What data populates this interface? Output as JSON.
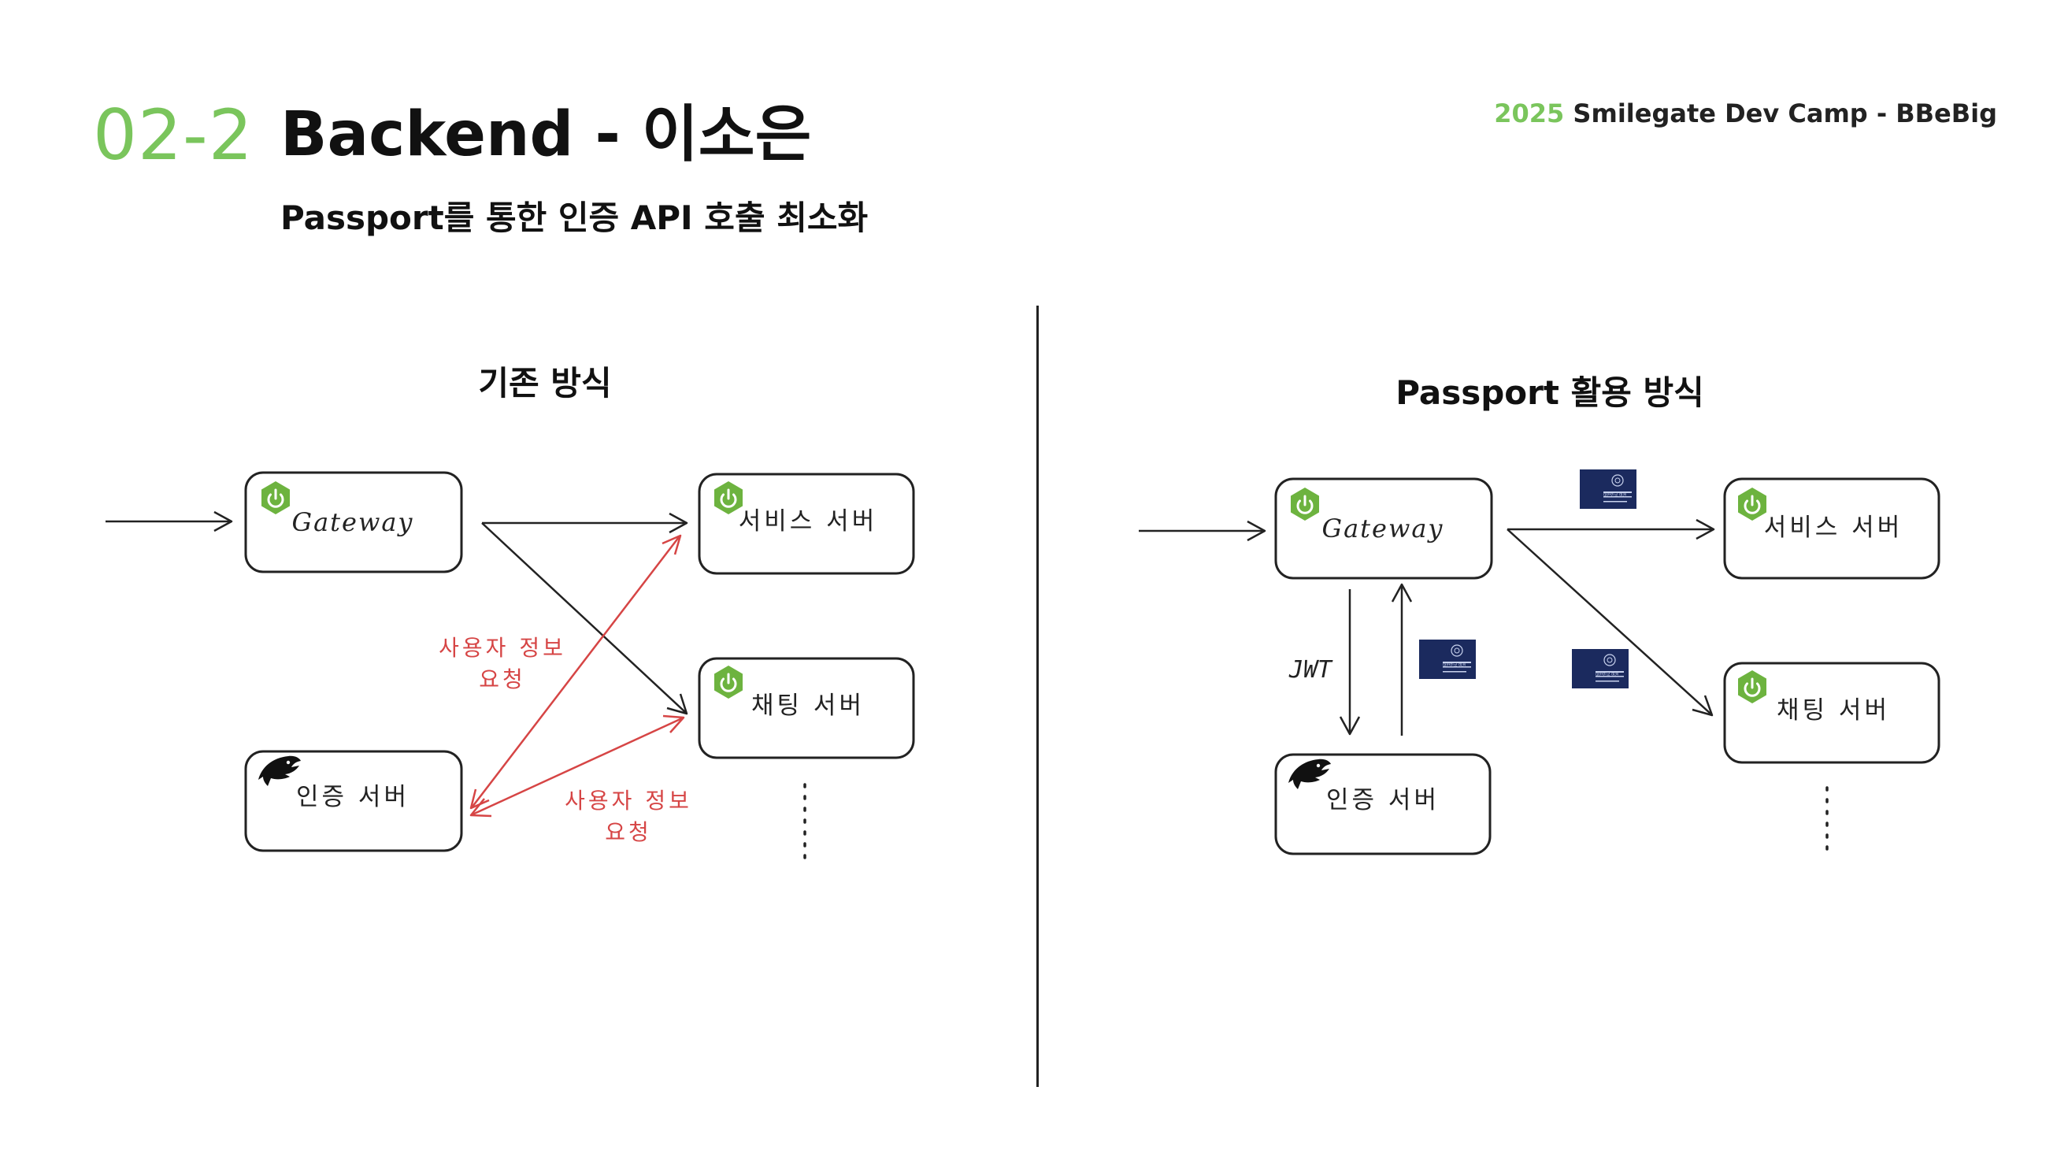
{
  "header": {
    "section_number": "02-2",
    "title": "Backend - 이소은",
    "subtitle": "Passport를 통한 인증 API 호출 최소화",
    "brand_year": "2025",
    "brand_name": " Smilegate Dev Camp - BBeBig"
  },
  "left_panel": {
    "title": "기존 방식",
    "gateway": "Gateway",
    "service_server": "서비스 서버",
    "chat_server": "채팅 서버",
    "auth_server": "인증 서버",
    "request_label_1_line1": "사용자 정보",
    "request_label_1_line2": "요청",
    "request_label_2_line1": "사용자 정보",
    "request_label_2_line2": "요청"
  },
  "right_panel": {
    "title": "Passport 활용 방식",
    "gateway": "Gateway",
    "service_server": "서비스 서버",
    "chat_server": "채팅 서버",
    "auth_server": "인증 서버",
    "jwt_label": "JWT",
    "passport_card_text": "대한민국 여권"
  },
  "colors": {
    "accent_green": "#7ac55c",
    "spring_green": "#6db33f",
    "request_red": "#d64545",
    "passport_navy": "#1b2a5e",
    "stroke": "#222222"
  },
  "icons": {
    "spring": "spring-boot-icon",
    "auth": "nest-icon",
    "passport": "passport-icon"
  }
}
